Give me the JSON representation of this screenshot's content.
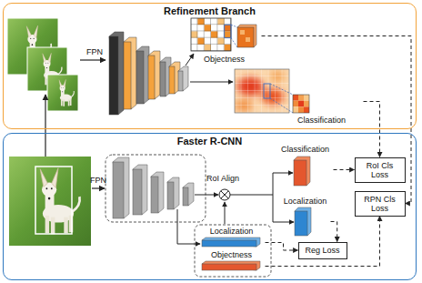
{
  "diagram": {
    "nodes": [
      {
        "text": [
          "Refinement Branch"
        ]
      },
      {
        "text": [
          "Objectness"
        ],
        "in": 0
      },
      {
        "text": [
          "Classification"
        ],
        "in": 0
      },
      {
        "text": [
          "Faster R-CNN"
        ]
      },
      {
        "text": [
          "Classification"
        ],
        "in": 3
      },
      {
        "text": [
          "Localization"
        ],
        "in": 3
      },
      {
        "text": [
          "RoI Cls Loss"
        ],
        "in": 3
      },
      {
        "text": [
          "RPN Cls Loss"
        ],
        "in": 3
      },
      {
        "text": [
          "Localization"
        ],
        "in": 3
      },
      {
        "text": [
          "Objectness"
        ],
        "in": 3
      },
      {
        "text": [
          "Reg Loss"
        ],
        "in": 3
      }
    ],
    "edges": [
      {
        "from": 1,
        "to": 7,
        "arrow": "to"
      },
      {
        "from": 2,
        "to": 6,
        "arrow": "to"
      },
      {
        "from": 4,
        "to": 6,
        "arrow": "to"
      },
      {
        "from": 5,
        "to": 10,
        "arrow": "to"
      },
      {
        "from": 8,
        "to": 10,
        "arrow": "to"
      },
      {
        "from": 9,
        "to": 7,
        "arrow": "to"
      }
    ],
    "labels": [
      "FPN",
      "FPN",
      "RoI Align"
    ]
  }
}
